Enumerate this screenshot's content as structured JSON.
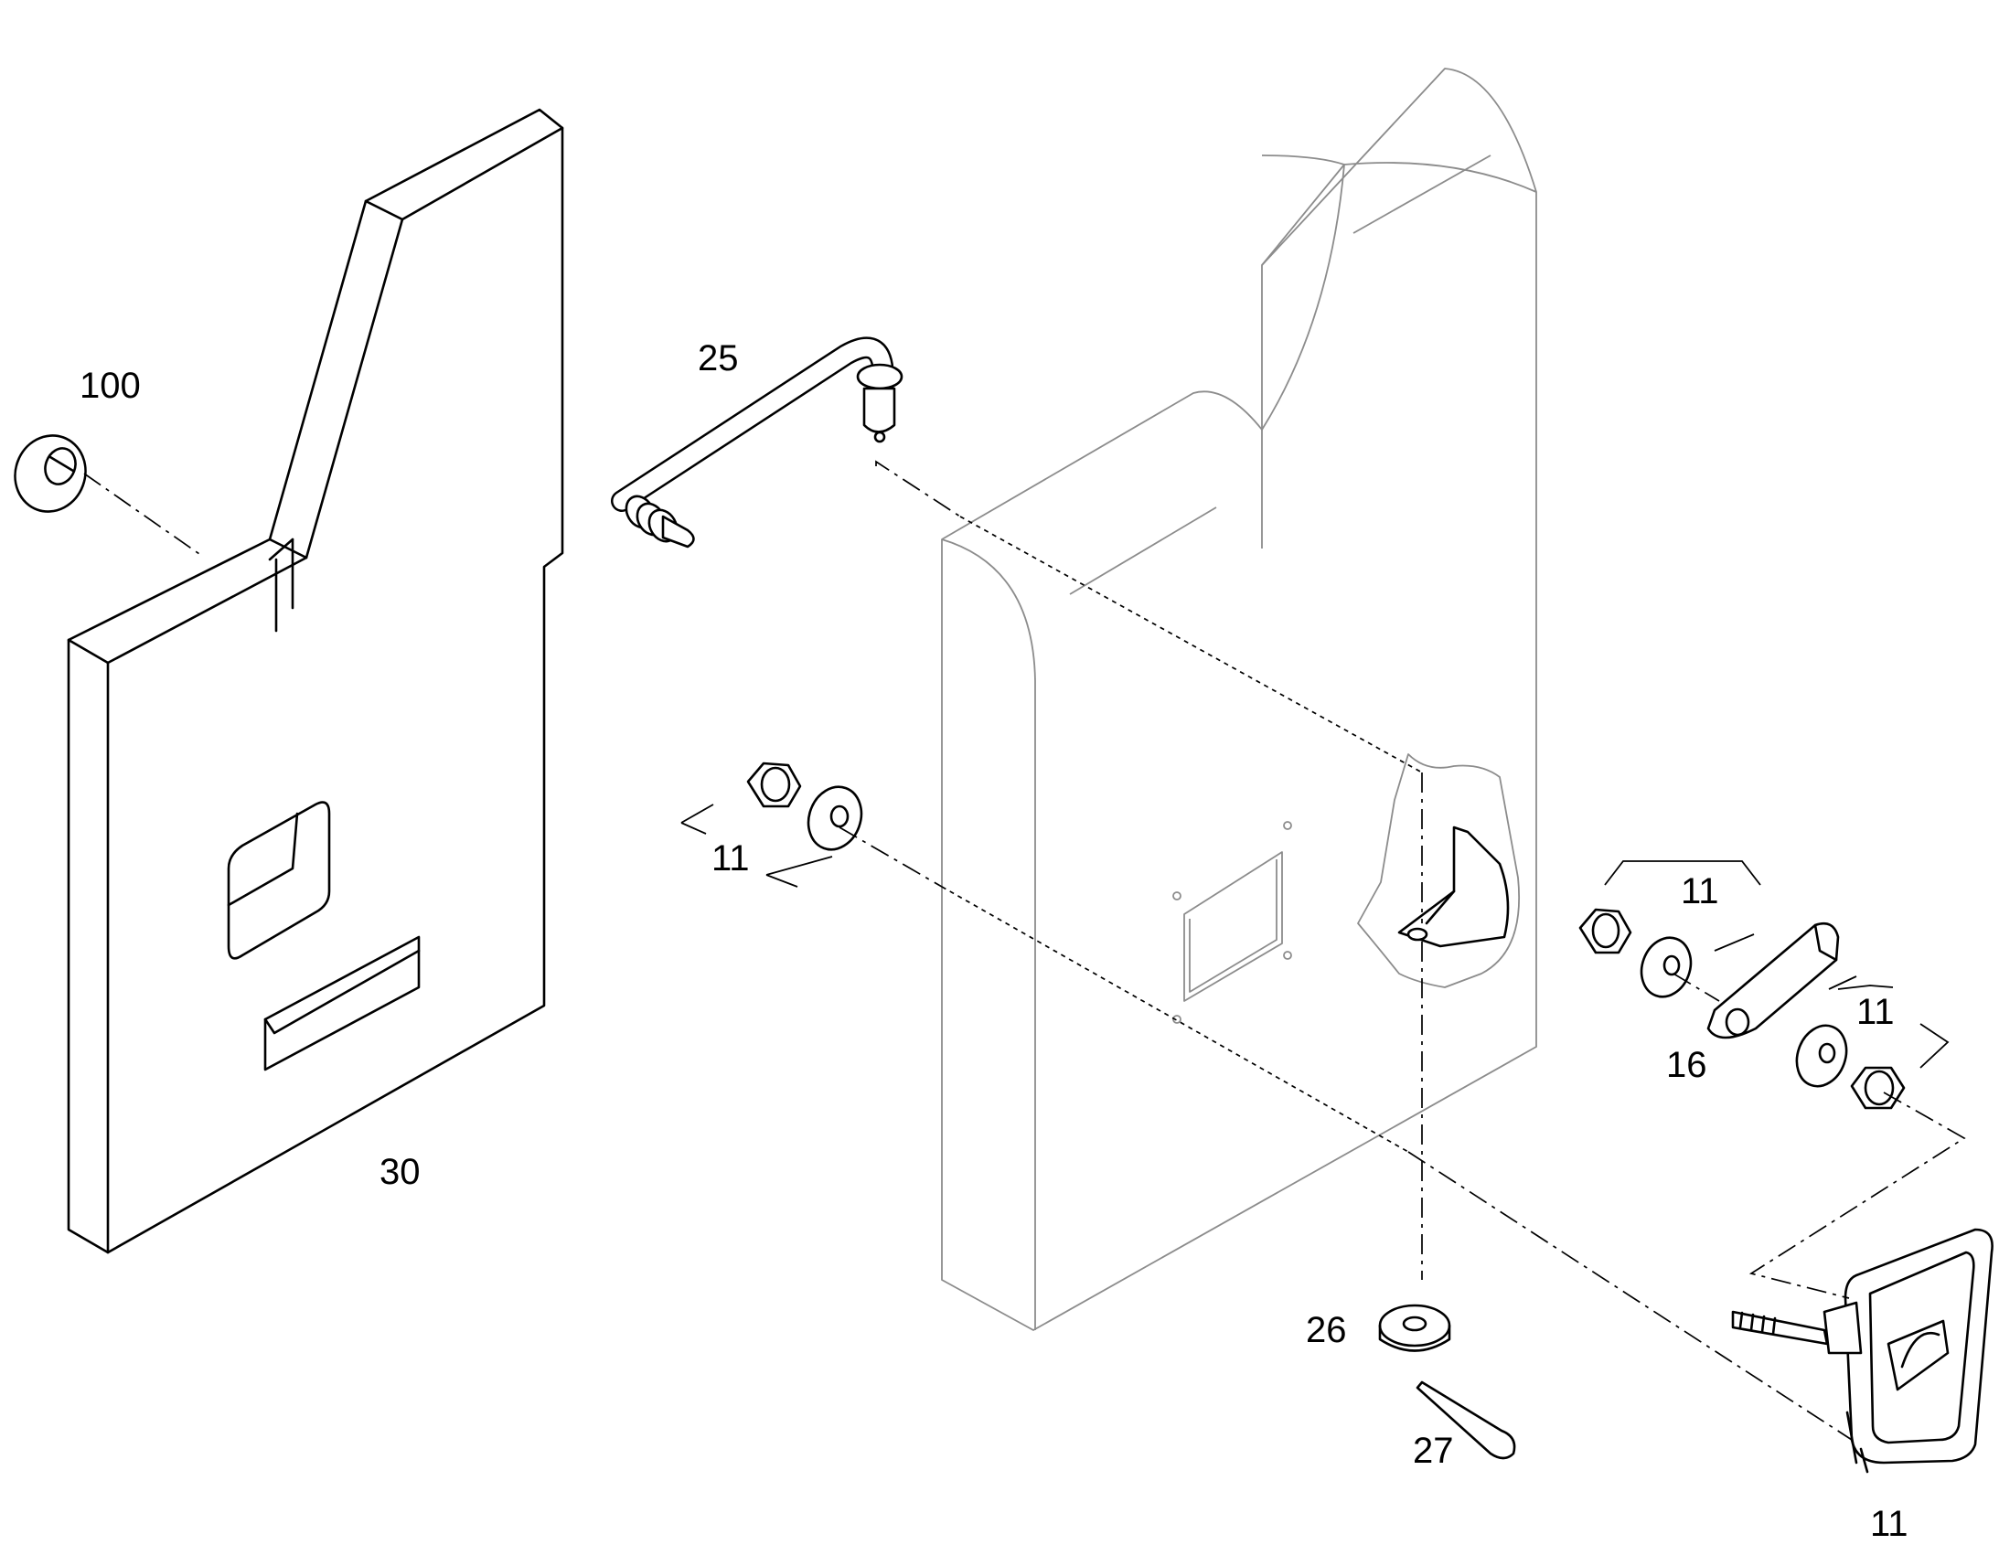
{
  "callouts": {
    "c100": "100",
    "c25": "25",
    "c30": "30",
    "c11_left": "11",
    "c11_top_right": "11",
    "c11_mid_right": "11",
    "c11_bottom_right": "11",
    "c16": "16",
    "c26": "26",
    "c27": "27"
  }
}
